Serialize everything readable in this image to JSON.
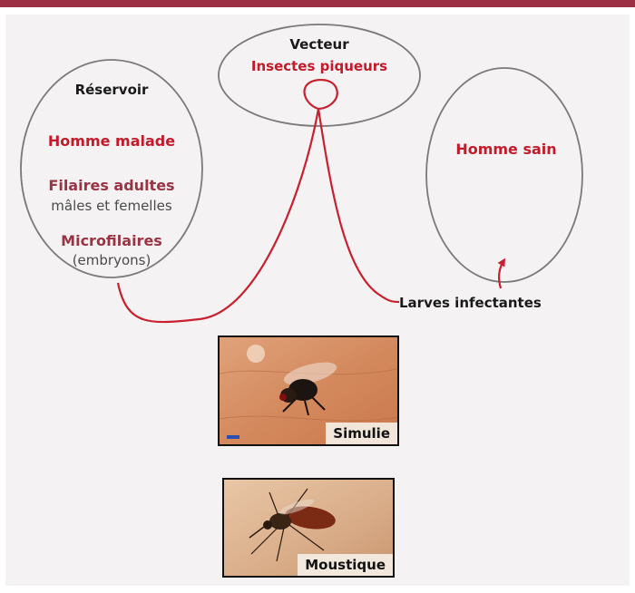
{
  "reservoir": {
    "title": "Réservoir",
    "host": "Homme malade",
    "adults": "Filaires adultes",
    "adults_note": "mâles et femelles",
    "micro": "Microfilaires",
    "micro_note": "(embryons)"
  },
  "vector": {
    "title": "Vecteur",
    "subtitle": "Insectes piqueurs"
  },
  "healthy": {
    "label": "Homme sain"
  },
  "transmission": {
    "label": "Larves infectantes"
  },
  "photos": [
    {
      "caption": "Simulie"
    },
    {
      "caption": "Moustique"
    }
  ],
  "colors": {
    "accent_bar": "#9c2f44",
    "arrow": "#c8202e",
    "red_text": "#c41a2a",
    "maroon_text": "#9a3344"
  }
}
